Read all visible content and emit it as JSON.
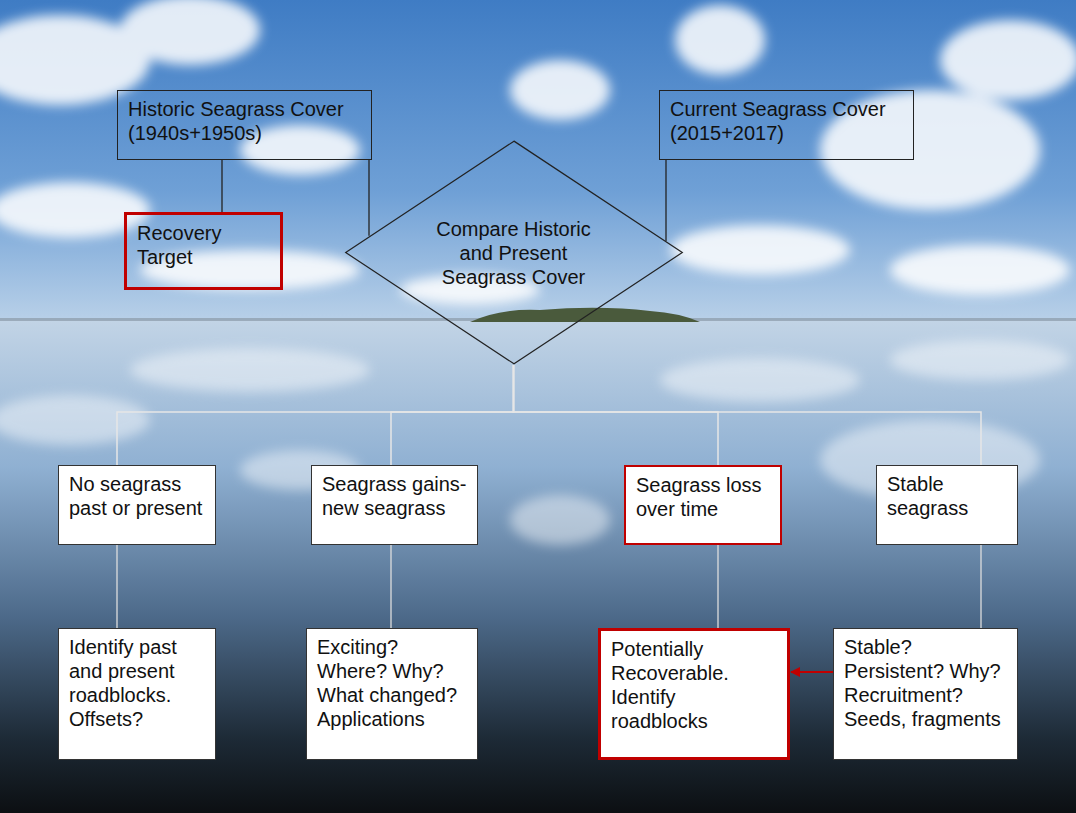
{
  "diagram": {
    "nodes": [
      {
        "text": [
          "Historic Seagrass Cover (1940s+1950s)"
        ]
      },
      {
        "text": [
          "Current Seagrass Cover (2015+2017)"
        ]
      },
      {
        "text": [
          "Recovery Target"
        ]
      },
      {
        "text": [
          "Compare Historic and Present Seagrass Cover"
        ]
      },
      {
        "text": [
          "No seagrass past or present"
        ]
      },
      {
        "text": [
          "Seagrass gains- new seagrass"
        ]
      },
      {
        "text": [
          "Seagrass loss over time"
        ]
      },
      {
        "text": [
          "Stable seagrass"
        ]
      },
      {
        "text": [
          "Identify past and present roadblocks. Offsets?"
        ]
      },
      {
        "text": [
          "Exciting? Where? Why? What changed? Applications"
        ]
      },
      {
        "text": [
          "Potentially Recoverable. Identify roadblocks"
        ]
      },
      {
        "text": [
          "Stable? Persistent? Why? Recruitment? Seeds, fragments"
        ]
      }
    ],
    "edges": [
      {
        "from": 0,
        "to": 2,
        "arrow": "none"
      },
      {
        "from": 0,
        "to": 3,
        "arrow": "none"
      },
      {
        "from": 1,
        "to": 3,
        "arrow": "none"
      },
      {
        "from": 3,
        "to": 4,
        "arrow": "none"
      },
      {
        "from": 3,
        "to": 5,
        "arrow": "none"
      },
      {
        "from": 3,
        "to": 6,
        "arrow": "none"
      },
      {
        "from": 3,
        "to": 7,
        "arrow": "none"
      },
      {
        "from": 4,
        "to": 8,
        "arrow": "none"
      },
      {
        "from": 5,
        "to": 9,
        "arrow": "none"
      },
      {
        "from": 6,
        "to": 10,
        "arrow": "none"
      },
      {
        "from": 7,
        "to": 11,
        "arrow": "none"
      },
      {
        "from": 11,
        "to": 10,
        "arrow": "to"
      }
    ]
  }
}
